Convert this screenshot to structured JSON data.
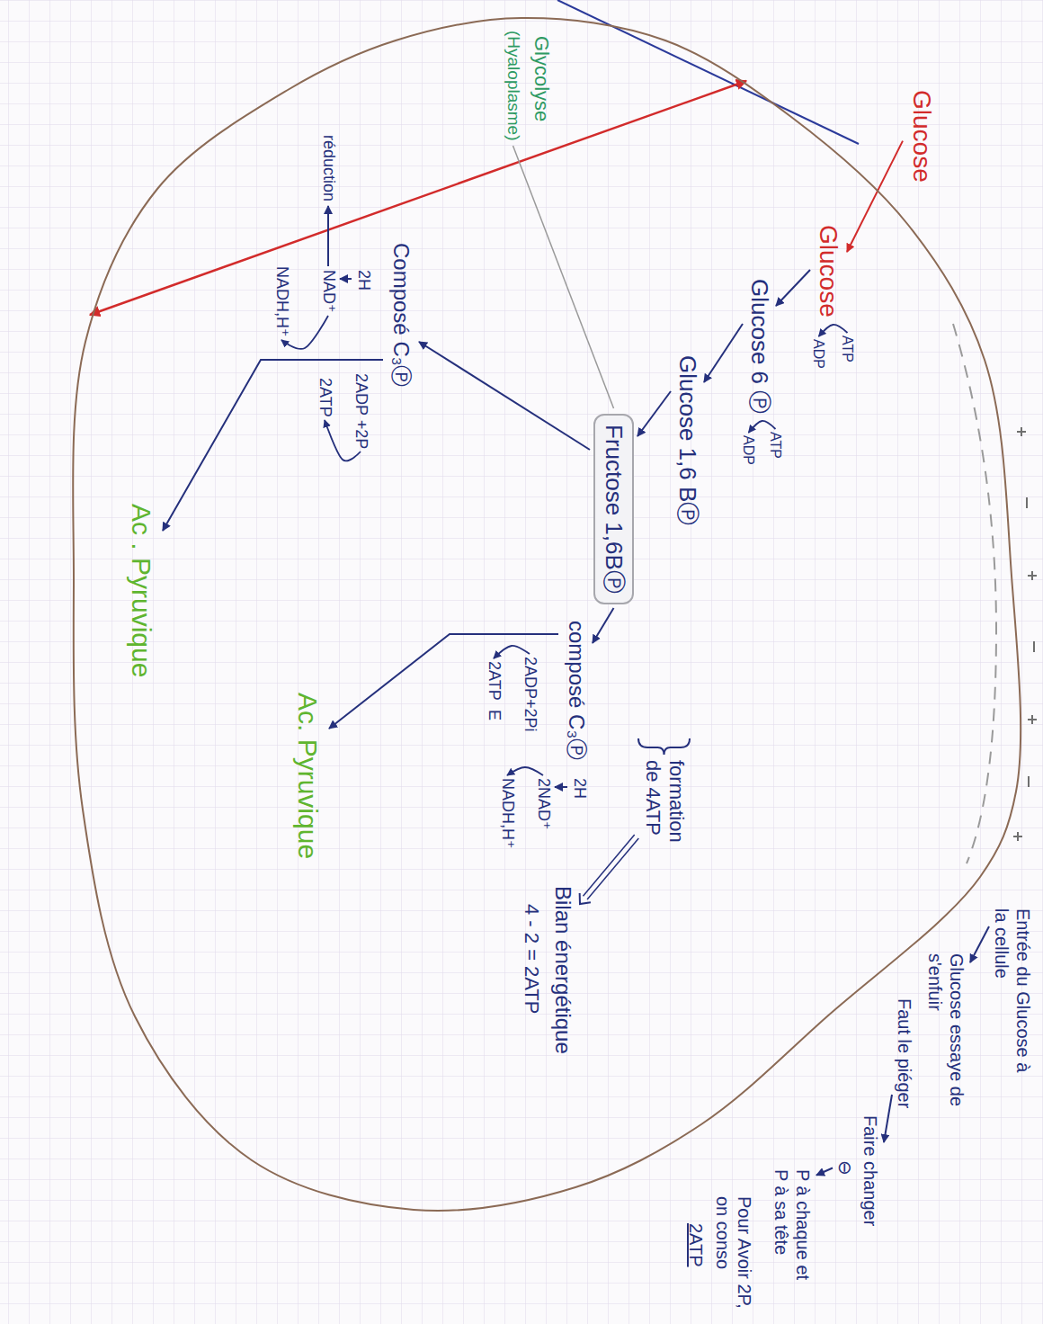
{
  "diagram": {
    "nodes": [
      {
        "text": [
          "Glycolyse",
          "(Hyaloplasme)",
          "Glucose",
          "ATP",
          "ADP",
          "Glucose 6 Ⓟ",
          "ATP",
          "ADP",
          "Glucose 1,6 BⓅ",
          "Composé C₃Ⓟ",
          "2H",
          "NAD⁺",
          "réduction",
          "NADH,H⁺",
          "2ADP +2P",
          "2ATP",
          "Ac . Pyruvique",
          "composé C₃Ⓟ",
          "2H",
          "2NAD⁺",
          "NADH,H⁺",
          "2ADP+2Pi",
          "2ATP",
          "E",
          "Ac. Pyruvique",
          "formation de 4ATP",
          "Bilan énergétique",
          "4 - 2 = 2ATP"
        ]
      },
      {
        "text": [
          "Fructose 1,6BⓅ"
        ],
        "in": 0
      }
    ],
    "labels": [
      "Glucose",
      "Entrée du Glucose à la cellule",
      "Glucose essaye de s'enfuir",
      "Faut le piéger",
      "Faire changer",
      "⊖",
      "P à chaque et P à sa tête",
      "Pour Avoir 2P, on conso",
      "2ATP"
    ]
  }
}
